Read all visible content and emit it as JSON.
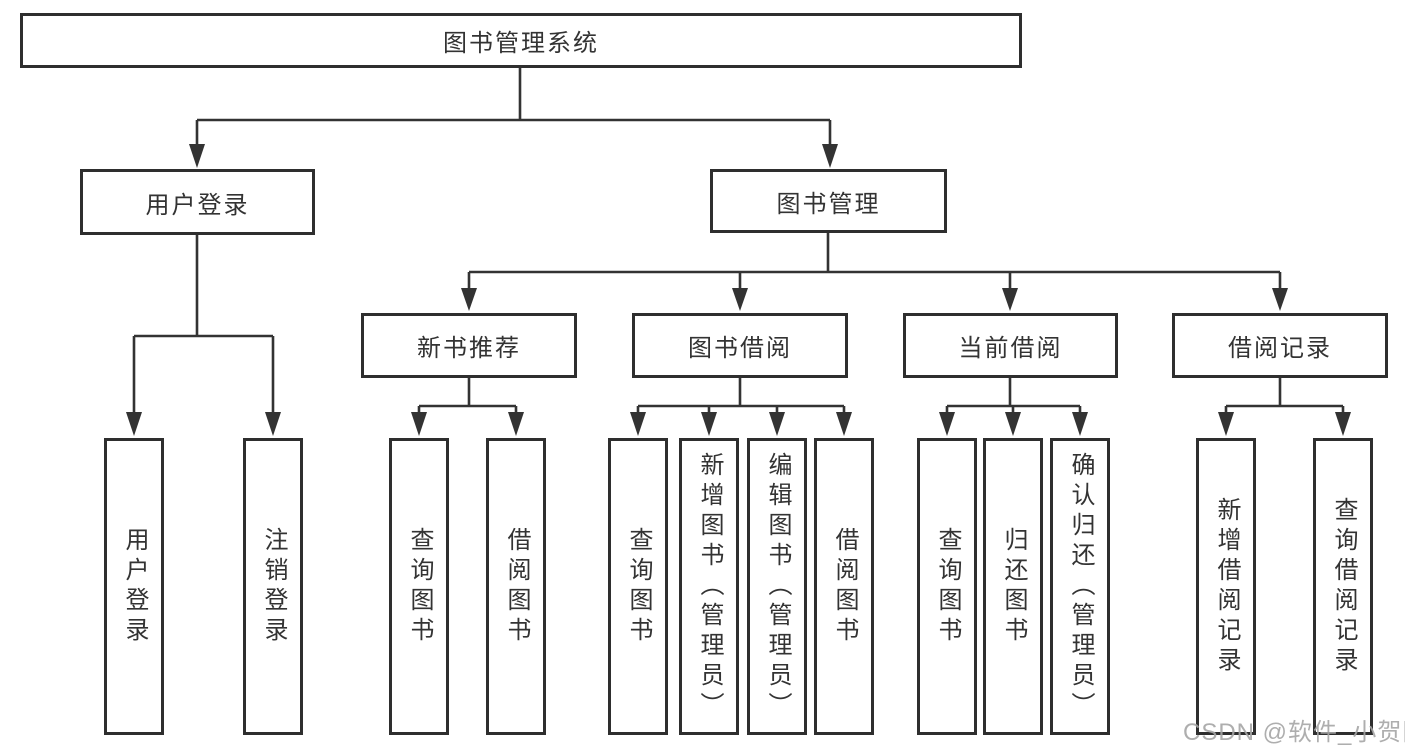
{
  "diagram": {
    "title": "图书管理系统",
    "colors": {
      "line": "#333333",
      "border": "#2e2e2e",
      "text": "#333333",
      "box_background": "#ffffff",
      "watermark": "#a5a5a5"
    },
    "root": {
      "label": "图书管理系统"
    },
    "level2": [
      {
        "id": "user-login",
        "label": "用户登录"
      },
      {
        "id": "book-management",
        "label": "图书管理"
      }
    ],
    "level3": [
      {
        "id": "new-book-recommend",
        "label": "新书推荐"
      },
      {
        "id": "book-borrow",
        "label": "图书借阅"
      },
      {
        "id": "current-borrow",
        "label": "当前借阅"
      },
      {
        "id": "borrow-record",
        "label": "借阅记录"
      }
    ],
    "leaves": {
      "user_login": [
        "用户登录",
        "注销登录"
      ],
      "new_book_recommend": [
        "查询图书",
        "借阅图书"
      ],
      "book_borrow": [
        "查询图书",
        "新增图书（管理员）",
        "编辑图书（管理员）",
        "借阅图书"
      ],
      "current_borrow": [
        "查询图书",
        "归还图书",
        "确认归还（管理员）"
      ],
      "borrow_record": [
        "新增借阅记录",
        "查询借阅记录"
      ]
    }
  },
  "watermark": {
    "text": "CSDN @软件_小贺同学"
  }
}
